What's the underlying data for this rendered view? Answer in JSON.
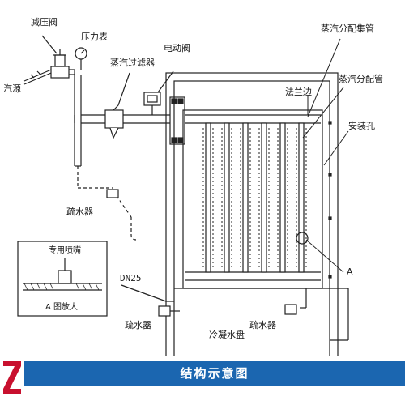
{
  "labels": {
    "pressure_reducing_valve": "减压阀",
    "pressure_gauge": "压力表",
    "steam_source": "汽源",
    "steam_filter": "蒸汽过滤器",
    "electric_valve": "电动阀",
    "steam_header": "蒸汽分配集管",
    "flange_edge": "法兰边",
    "steam_distribution_pipe": "蒸汽分配管",
    "mounting_hole": "安装孔",
    "trap_left": "疏水器",
    "special_nozzle": "专用喷嘴",
    "detail_a": "A 图放大",
    "dn25": "DN25",
    "trap_bottom_left": "疏水器",
    "trap_bottom_right": "疏水器",
    "condensate_tray": "冷凝水盘",
    "marker_a": "A"
  },
  "footer": {
    "title": "结构示意图"
  },
  "colors": {
    "line": "#222222",
    "footer_bar": "#1b66b0",
    "logo": "#c8102e"
  }
}
